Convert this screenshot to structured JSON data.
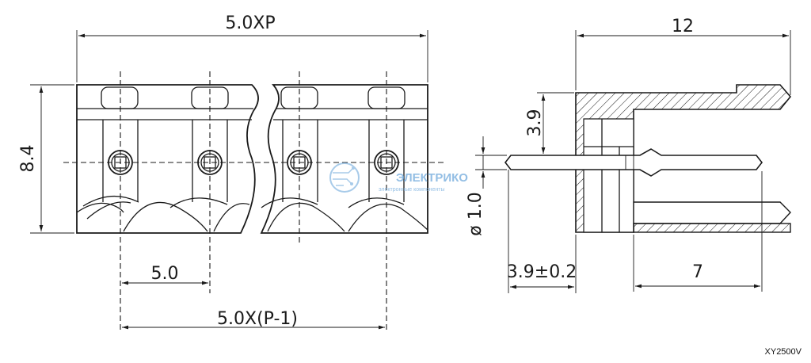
{
  "dimensions": {
    "total_width": "5.0XP",
    "height": "8.4",
    "pitch": "5.0",
    "pin_span": "5.0X(P-1)",
    "depth": "12",
    "pin_height": "3.9",
    "pin_diameter": "ø 1.0",
    "pin_offset": "3.9±0.2",
    "body_depth": "7"
  },
  "model": "XY2500V",
  "watermark": {
    "title": "ЭЛЕКТРИКО",
    "subtitle": "электронные компоненты",
    "logo_icon": "circuit-globe-icon"
  }
}
